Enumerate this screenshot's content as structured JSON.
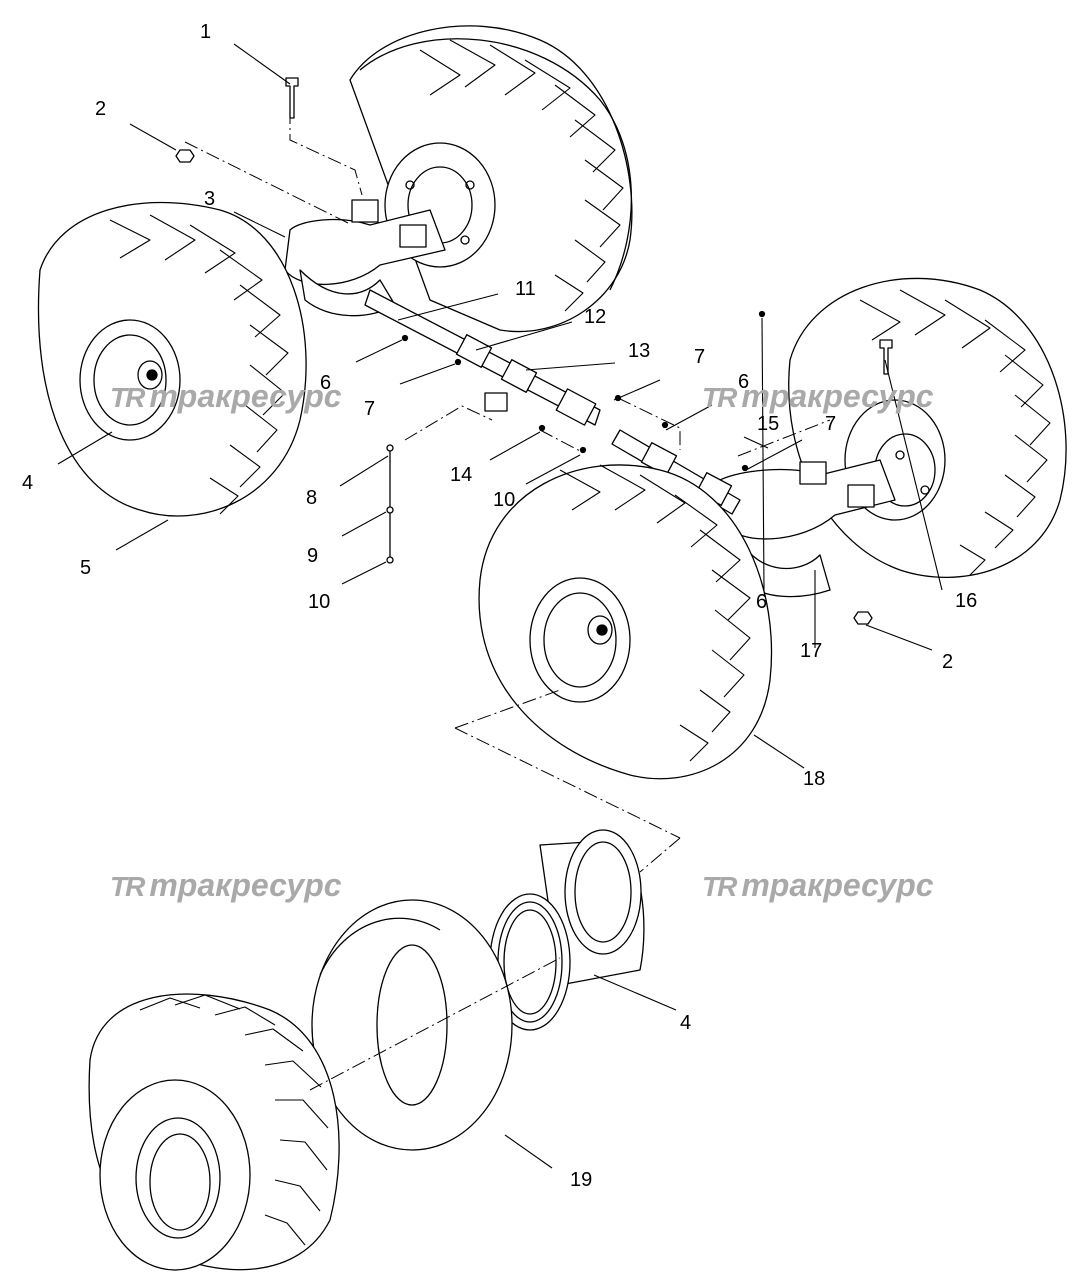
{
  "watermark": {
    "logo": "TR",
    "text": "тракресурс"
  },
  "callouts": [
    "1",
    "2",
    "3",
    "4",
    "5",
    "6",
    "7",
    "8",
    "9",
    "10",
    "11",
    "12",
    "13",
    "14",
    "15",
    "16",
    "17",
    "18",
    "19"
  ],
  "colors": {
    "line": "#000000",
    "watermark": "#a9a9a9",
    "background": "#ffffff"
  }
}
